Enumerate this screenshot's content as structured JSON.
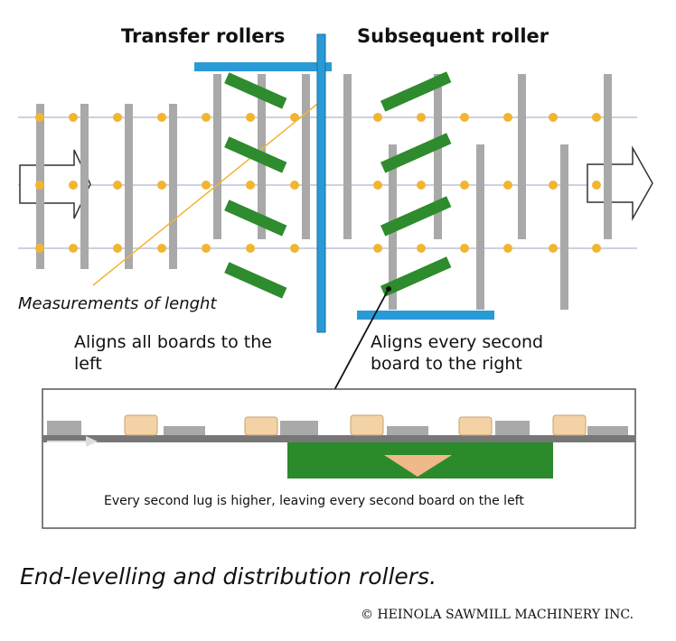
{
  "labels": {
    "transfer_rollers": "Transfer rollers",
    "subsequent_roller": "Subsequent roller",
    "measurements": "Measurements of lenght",
    "align_left_line1": "Aligns all boards to the",
    "align_left_line2": "left",
    "align_right_line1": "Aligns every second",
    "align_right_line2": "board to the right",
    "inset_note": "Every second lug is higher, leaving every second board on the left"
  },
  "caption": "End-levelling and distribution rollers.",
  "copyright": "© HEINOLA SAWMILL MACHINERY INC.",
  "colors": {
    "board": "#a9a9a9",
    "roller": "#2e8b2e",
    "measure_dot": "#f2b530",
    "aligner": "#2a9ad6",
    "lug": "#f3d3a6",
    "inset_green": "#2b8a2b",
    "arrow_peach": "#f0b98a"
  }
}
